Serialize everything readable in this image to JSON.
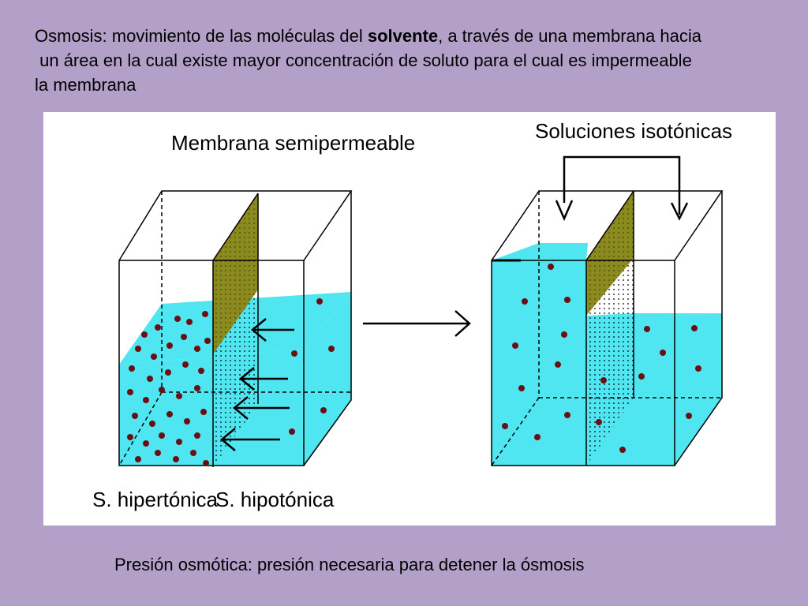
{
  "intro": {
    "line1_before": "Osmosis: movimiento de las moléculas del ",
    "line1_bold": "solvente",
    "line1_after": ", a través de una membrana hacia",
    "line2": " un área en la cual existe mayor concentración de soluto para el cual es impermeable",
    "line3": "la membrana"
  },
  "diagram": {
    "label_membrane": "Membrana semipermeable",
    "label_isotonic": "Soluciones isotónicas",
    "label_hypertonic": "S. hipertónica",
    "label_hypotonic": "S. hipotónica",
    "colors": {
      "water": "#4fe6f2",
      "membrane": "#8b8a1f",
      "solute": "#6b0f12",
      "background": "#b2a0c8"
    }
  },
  "footer": "Presión osmótica: presión necesaria para detener la ósmosis"
}
